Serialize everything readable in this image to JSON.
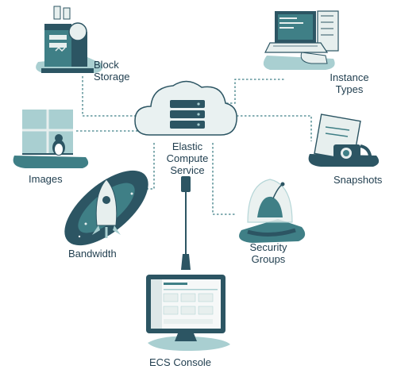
{
  "diagram": {
    "center": {
      "label": "Elastic\nCompute\nService"
    },
    "nodes": {
      "block_storage": {
        "label": "Block\nStorage"
      },
      "instance_types": {
        "label": "Instance\nTypes"
      },
      "images": {
        "label": "Images"
      },
      "snapshots": {
        "label": "Snapshots"
      },
      "bandwidth": {
        "label": "Bandwidth"
      },
      "security_groups": {
        "label": "Security\nGroups"
      },
      "ecs_console": {
        "label": "ECS Console"
      }
    }
  },
  "colors": {
    "dark_teal": "#1f4a5a",
    "teal": "#3f7f86",
    "light_teal": "#a9cfd1",
    "pale": "#e7efee",
    "label": "#1f3d4e",
    "connector": "#3f7f86"
  }
}
